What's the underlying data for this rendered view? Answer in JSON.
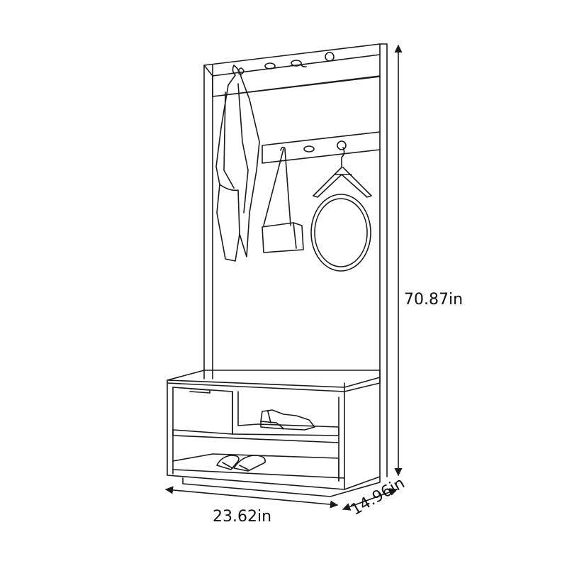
{
  "dimensions": {
    "height": "70.87in",
    "width": "23.62in",
    "depth": "14.96in"
  },
  "colors": {
    "line": "#1a1a1a",
    "background": "#ffffff"
  }
}
